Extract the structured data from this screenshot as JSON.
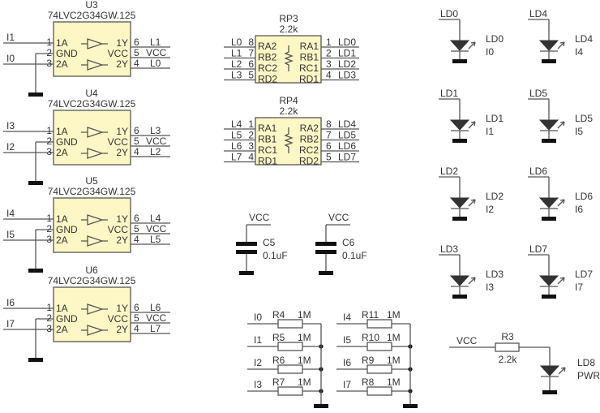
{
  "buffers": [
    {
      "ref": "U3",
      "part": "74LVC2G34GW.125",
      "in1": "I1",
      "in2": "I0",
      "out1": "L1",
      "vcc": "VCC",
      "out2": "L0",
      "pins_left": [
        {
          "num": "1",
          "name": "1A"
        },
        {
          "num": "2",
          "name": "GND"
        },
        {
          "num": "3",
          "name": "2A"
        }
      ],
      "pins_right": [
        {
          "num": "6",
          "name": "1Y"
        },
        {
          "num": "5",
          "name": "VCC"
        },
        {
          "num": "4",
          "name": "2Y"
        }
      ]
    },
    {
      "ref": "U4",
      "part": "74LVC2G34GW.125",
      "in1": "I3",
      "in2": "I2",
      "out1": "L3",
      "vcc": "VCC",
      "out2": "L2",
      "pins_left": [
        {
          "num": "1",
          "name": "1A"
        },
        {
          "num": "2",
          "name": "GND"
        },
        {
          "num": "3",
          "name": "2A"
        }
      ],
      "pins_right": [
        {
          "num": "6",
          "name": "1Y"
        },
        {
          "num": "5",
          "name": "VCC"
        },
        {
          "num": "4",
          "name": "2Y"
        }
      ]
    },
    {
      "ref": "U5",
      "part": "74LVC2G34GW.125",
      "in1": "I4",
      "in2": "I5",
      "out1": "L4",
      "vcc": "VCC",
      "out2": "L5",
      "pins_left": [
        {
          "num": "1",
          "name": "1A"
        },
        {
          "num": "2",
          "name": "GND"
        },
        {
          "num": "3",
          "name": "2A"
        }
      ],
      "pins_right": [
        {
          "num": "6",
          "name": "1Y"
        },
        {
          "num": "5",
          "name": "VCC"
        },
        {
          "num": "4",
          "name": "2Y"
        }
      ]
    },
    {
      "ref": "U6",
      "part": "74LVC2G34GW.125",
      "in1": "I6",
      "in2": "I7",
      "out1": "L6",
      "vcc": "VCC",
      "out2": "L7",
      "pins_left": [
        {
          "num": "1",
          "name": "1A"
        },
        {
          "num": "2",
          "name": "GND"
        },
        {
          "num": "3",
          "name": "2A"
        }
      ],
      "pins_right": [
        {
          "num": "6",
          "name": "1Y"
        },
        {
          "num": "5",
          "name": "VCC"
        },
        {
          "num": "4",
          "name": "2Y"
        }
      ]
    }
  ],
  "resistor_packs": [
    {
      "ref": "RP3",
      "value": "2.2k",
      "left": [
        {
          "net": "L0",
          "pin": "8",
          "name": "RA2"
        },
        {
          "net": "L1",
          "pin": "7",
          "name": "RB2"
        },
        {
          "net": "L2",
          "pin": "6",
          "name": "RC2"
        },
        {
          "net": "L3",
          "pin": "5",
          "name": "RD2"
        }
      ],
      "right": [
        {
          "net": "LD0",
          "pin": "1",
          "name": "RA1"
        },
        {
          "net": "LD1",
          "pin": "2",
          "name": "RB1"
        },
        {
          "net": "LD2",
          "pin": "3",
          "name": "RC1"
        },
        {
          "net": "LD3",
          "pin": "4",
          "name": "RD1"
        }
      ]
    },
    {
      "ref": "RP4",
      "value": "2.2k",
      "left": [
        {
          "net": "L4",
          "pin": "1",
          "name": "RA1"
        },
        {
          "net": "L5",
          "pin": "2",
          "name": "RB1"
        },
        {
          "net": "L6",
          "pin": "3",
          "name": "RC1"
        },
        {
          "net": "L7",
          "pin": "4",
          "name": "RD1"
        }
      ],
      "right": [
        {
          "net": "LD4",
          "pin": "8",
          "name": "RA2"
        },
        {
          "net": "LD5",
          "pin": "7",
          "name": "RB2"
        },
        {
          "net": "LD6",
          "pin": "6",
          "name": "RC2"
        },
        {
          "net": "LD7",
          "pin": "5",
          "name": "RD2"
        }
      ]
    }
  ],
  "capacitors": [
    {
      "ref": "C5",
      "value": "0.1uF",
      "net": "VCC"
    },
    {
      "ref": "C6",
      "value": "0.1uF",
      "net": "VCC"
    }
  ],
  "pulldowns": [
    [
      {
        "net": "I0",
        "ref": "R4",
        "value": "1M"
      },
      {
        "net": "I1",
        "ref": "R5",
        "value": "1M"
      },
      {
        "net": "I2",
        "ref": "R6",
        "value": "1M"
      },
      {
        "net": "I3",
        "ref": "R7",
        "value": "1M"
      }
    ],
    [
      {
        "net": "I4",
        "ref": "R11",
        "value": "1M"
      },
      {
        "net": "I5",
        "ref": "R10",
        "value": "1M"
      },
      {
        "net": "I6",
        "ref": "R9",
        "value": "1M"
      },
      {
        "net": "I7",
        "ref": "R8",
        "value": "1M"
      }
    ]
  ],
  "leds": [
    [
      {
        "net": "LD0",
        "ref": "LD0",
        "label": "I0"
      },
      {
        "net": "LD1",
        "ref": "LD1",
        "label": "I1"
      },
      {
        "net": "LD2",
        "ref": "LD2",
        "label": "I2"
      },
      {
        "net": "LD3",
        "ref": "LD3",
        "label": "I3"
      }
    ],
    [
      {
        "net": "LD4",
        "ref": "LD4",
        "label": "I4"
      },
      {
        "net": "LD5",
        "ref": "LD5",
        "label": "I5"
      },
      {
        "net": "LD6",
        "ref": "LD6",
        "label": "I6"
      },
      {
        "net": "LD7",
        "ref": "LD7",
        "label": "I7"
      }
    ]
  ],
  "power_led": {
    "net": "VCC",
    "res_ref": "R3",
    "res_value": "2.2k",
    "ref": "LD8",
    "label": "PWR"
  },
  "colors": {
    "chip_fill": "#fdf7c5",
    "wire": "#555555",
    "text": "#333333"
  }
}
